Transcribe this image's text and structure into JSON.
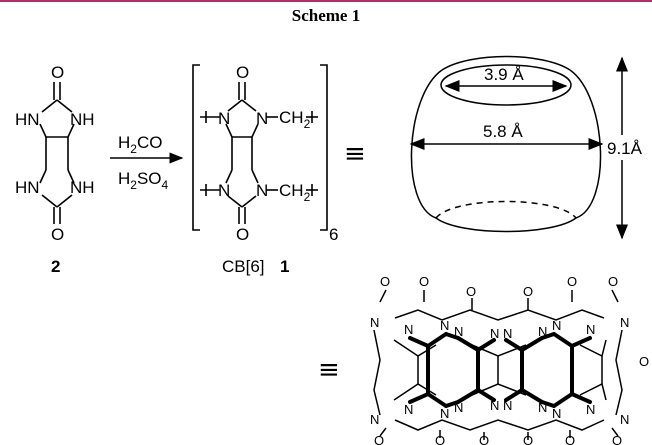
{
  "scheme": {
    "title": "Scheme 1",
    "glycoluril": {
      "atoms": [
        "O",
        "HN",
        "NH",
        "HN",
        "NH",
        "O"
      ],
      "label": "2"
    },
    "reagents": {
      "top": "H",
      "top_sub": "2",
      "top_rest": "CO",
      "bottom": "H",
      "bottom_sub": "2",
      "bottom_rest": "SO",
      "bottom_sub2": "4"
    },
    "repeat_unit": {
      "atoms": [
        "O",
        "N",
        "N",
        "N",
        "N",
        "O"
      ],
      "ch2_top": "CH",
      "ch2_top_sub": "2",
      "ch2_bot": "CH",
      "ch2_bot_sub": "2",
      "subscript": "6"
    },
    "product_label": {
      "name": "CB[6]",
      "number": "1"
    },
    "equivalence": "≡",
    "cavity": {
      "portal": "3.9 Å",
      "cavity_width": "5.8 Å",
      "height": "9.1Å"
    },
    "structure_3d": {
      "atoms": [
        "O",
        "O",
        "O",
        "O",
        "O",
        "O",
        "N",
        "N",
        "N",
        "N",
        "N",
        "N",
        "N",
        "N",
        "N",
        "N",
        "N",
        "N",
        "N",
        "N",
        "N",
        "N",
        "N",
        "N",
        "N",
        "N",
        "O",
        "O",
        "O",
        "O",
        "O",
        "O",
        "O"
      ]
    }
  }
}
